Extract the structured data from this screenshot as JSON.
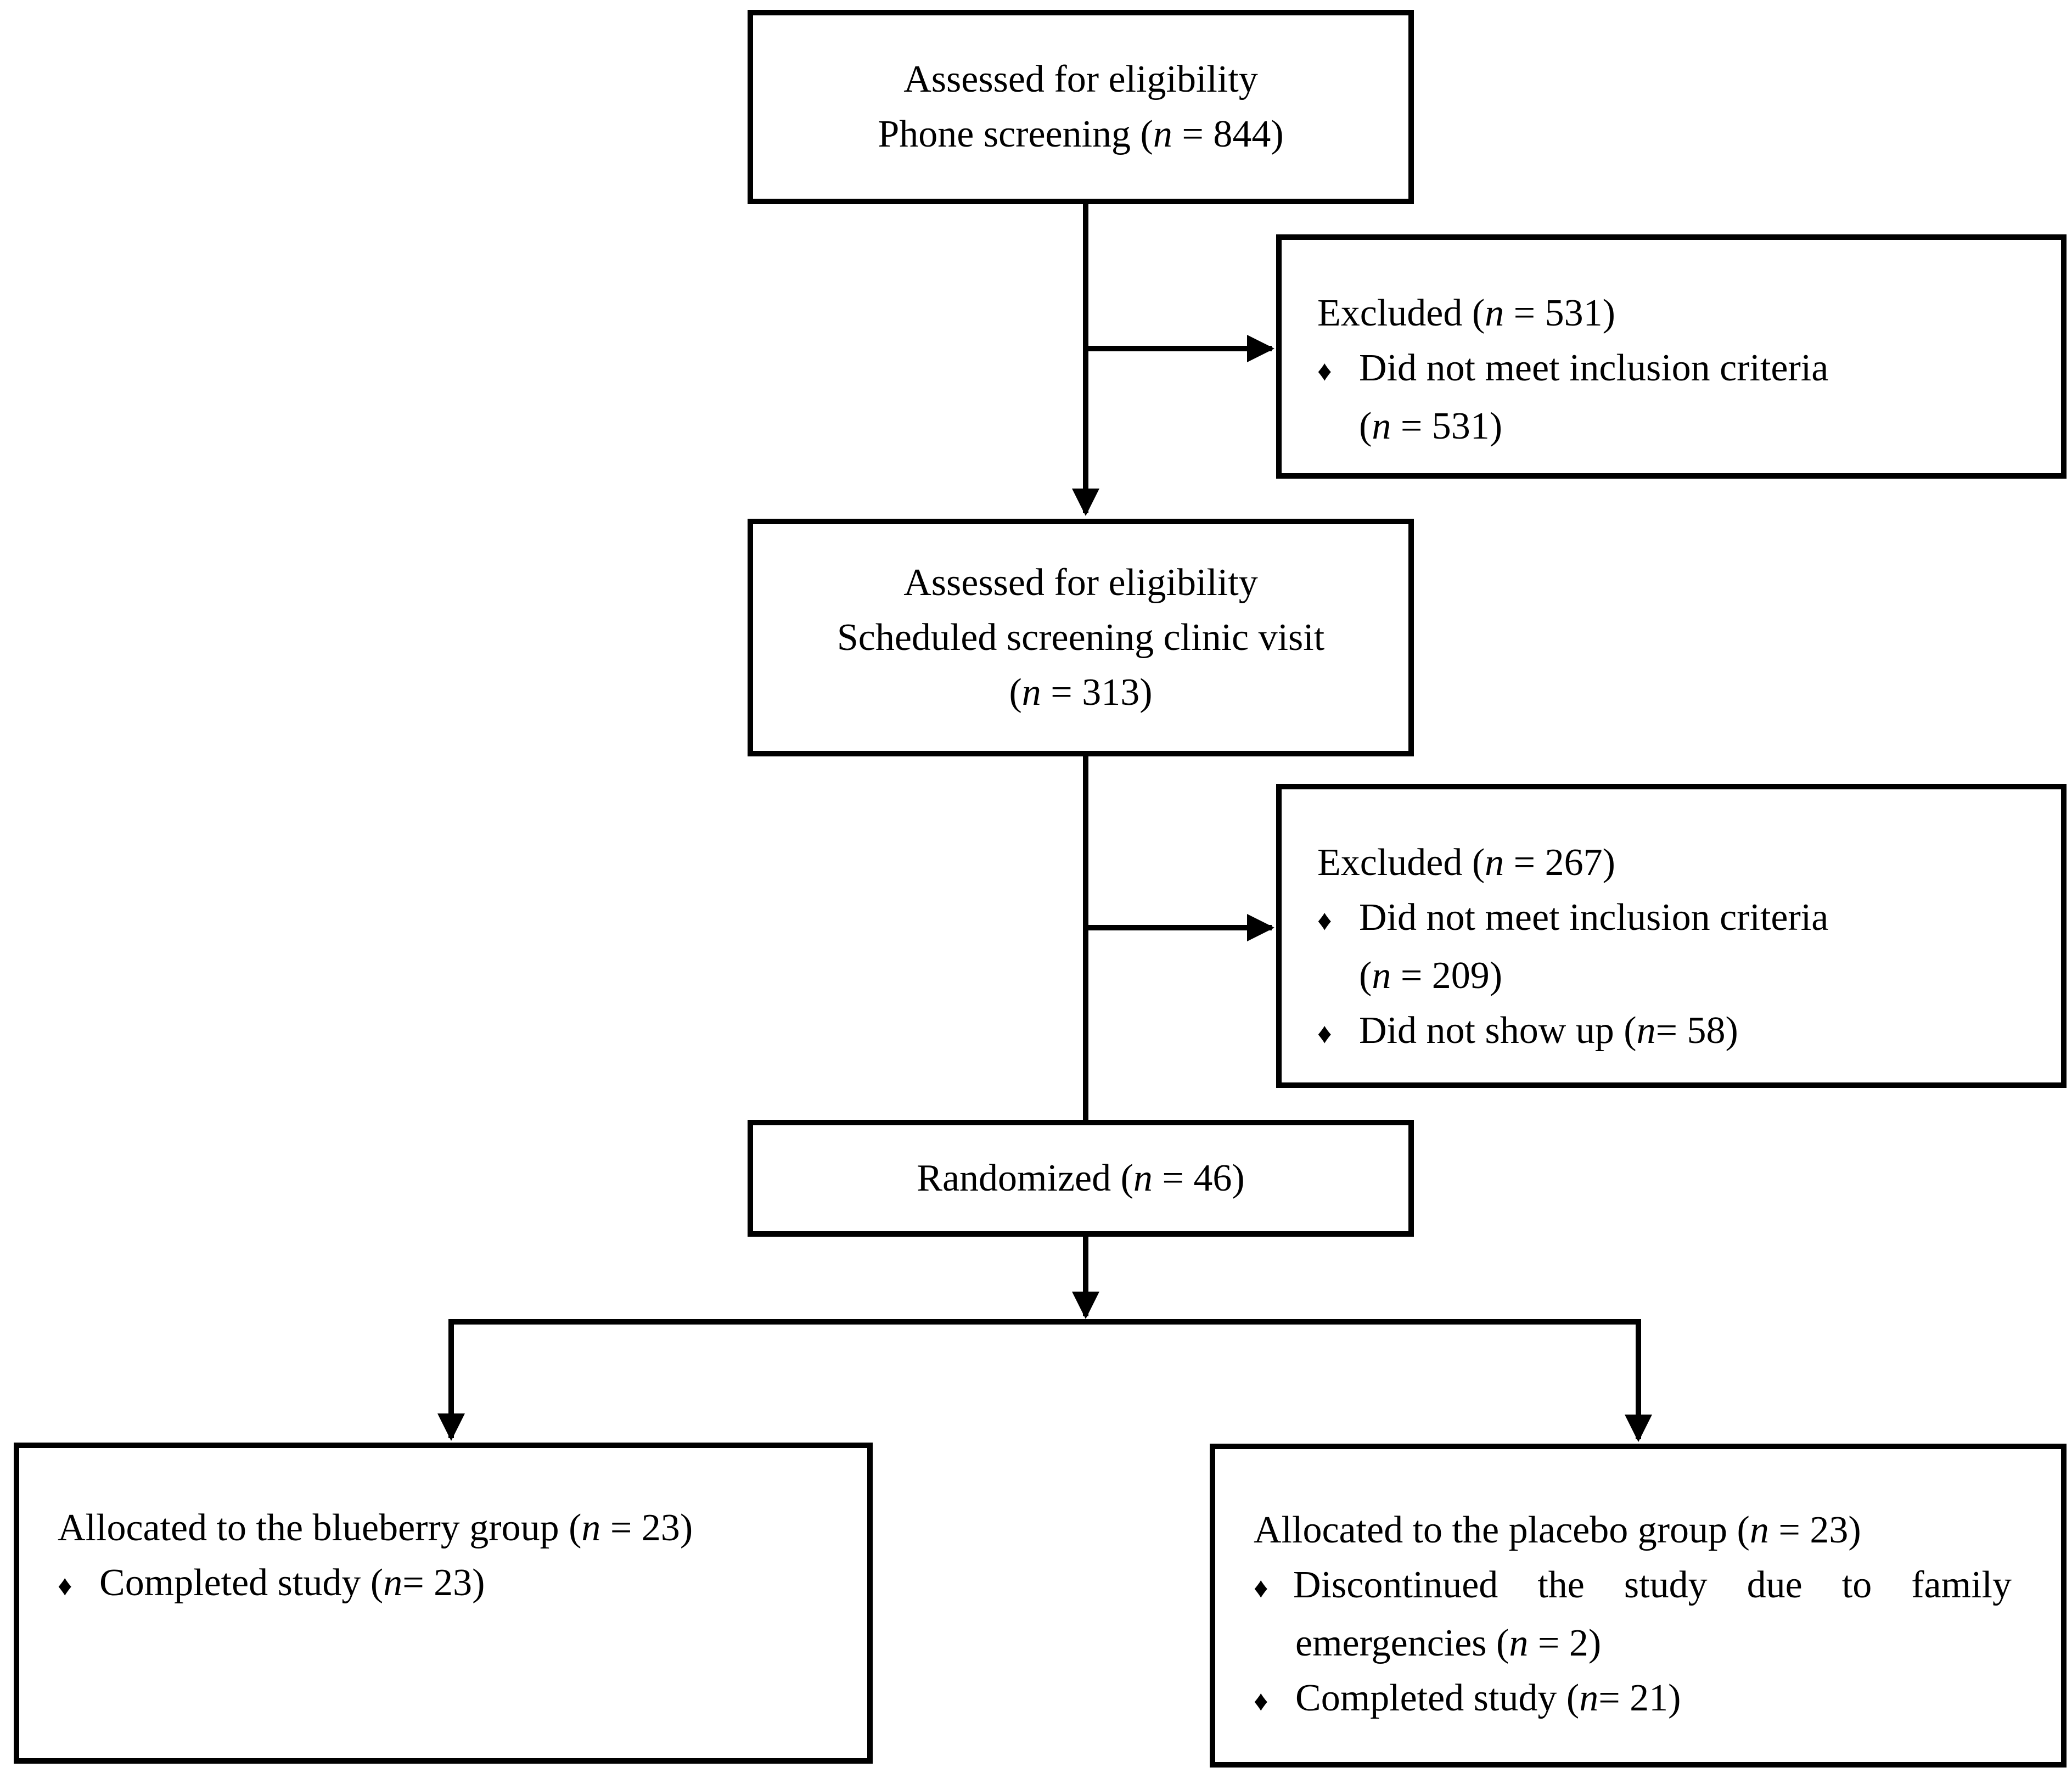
{
  "boxes": {
    "phone": {
      "line1": "Assessed for eligibility",
      "line2_text": "Phone screening (",
      "n_symbol": "n",
      "line2_value": " = 844)"
    },
    "excluded_1": {
      "title_text": "Excluded (",
      "n_symbol": "n",
      "title_value": " = 531)",
      "bullets": [
        {
          "text": "Did not meet inclusion criteria",
          "count_prefix": "(",
          "count_value": " = 531)"
        }
      ]
    },
    "clinic": {
      "line1": "Assessed for eligibility",
      "line2": "Scheduled screening clinic visit",
      "line3_prefix": "(",
      "n_symbol": "n",
      "line3_value": " = 313)"
    },
    "excluded_2": {
      "title_text": "Excluded (",
      "n_symbol": "n",
      "title_value": " = 267)",
      "bullets": [
        {
          "text": "Did not meet inclusion criteria",
          "count_prefix": "(",
          "count_value": " = 209)"
        },
        {
          "text": "Did not show up (",
          "count_value": " = 58)"
        }
      ]
    },
    "randomized": {
      "text": "Randomized (",
      "n_symbol": "n",
      "value": " = 46)"
    },
    "blueberry": {
      "title_text": "Allocated to the blueberry group (",
      "n_symbol": "n",
      "title_value": " = 23)",
      "bullets": [
        {
          "text": "Completed study (",
          "count_value": " = 23)"
        }
      ]
    },
    "placebo": {
      "title_text": "Allocated to the placebo group (",
      "n_symbol": "n",
      "title_value": " = 23)",
      "bullets": [
        {
          "words": [
            "Discontinued",
            "the",
            "study",
            "due",
            "to",
            "family"
          ],
          "line2_text": "emergencies (",
          "count_value": " = 2)"
        },
        {
          "text": "Completed study (",
          "count_value": " = 21)"
        }
      ]
    }
  },
  "bullet_symbol": "♦"
}
